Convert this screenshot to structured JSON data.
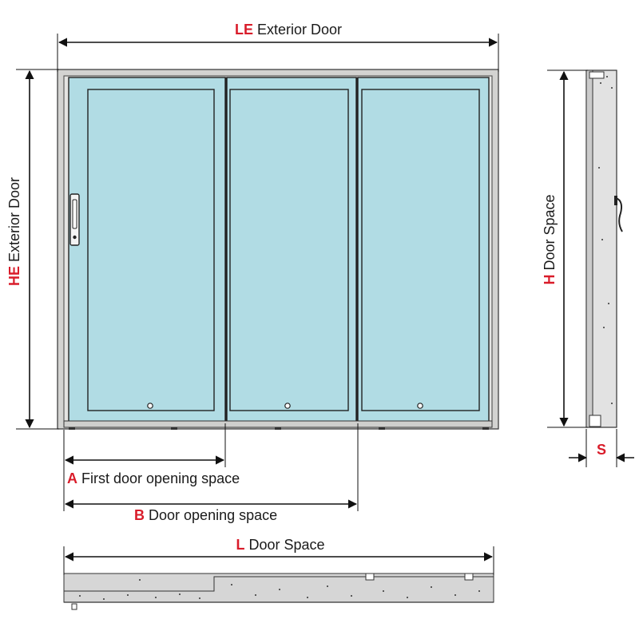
{
  "colors": {
    "accent_red": "#d91c2a",
    "glass": "#b1dce4",
    "frame": "#d3d3d1",
    "wall": "#d6d6d6",
    "line": "#111111"
  },
  "dimensions": {
    "le": {
      "code": "LE",
      "text": "Exterior Door"
    },
    "he": {
      "code": "HE",
      "text": "Exterior Door"
    },
    "h": {
      "code": "H",
      "text": "Door Space"
    },
    "s": {
      "code": "S",
      "text": ""
    },
    "a": {
      "code": "A",
      "text": "First door opening space"
    },
    "b": {
      "code": "B",
      "text": "Door opening space"
    },
    "l": {
      "code": "L",
      "text": "Door Space"
    }
  },
  "door": {
    "panels": 3,
    "handle_icon": "sliding-door-handle-icon"
  }
}
